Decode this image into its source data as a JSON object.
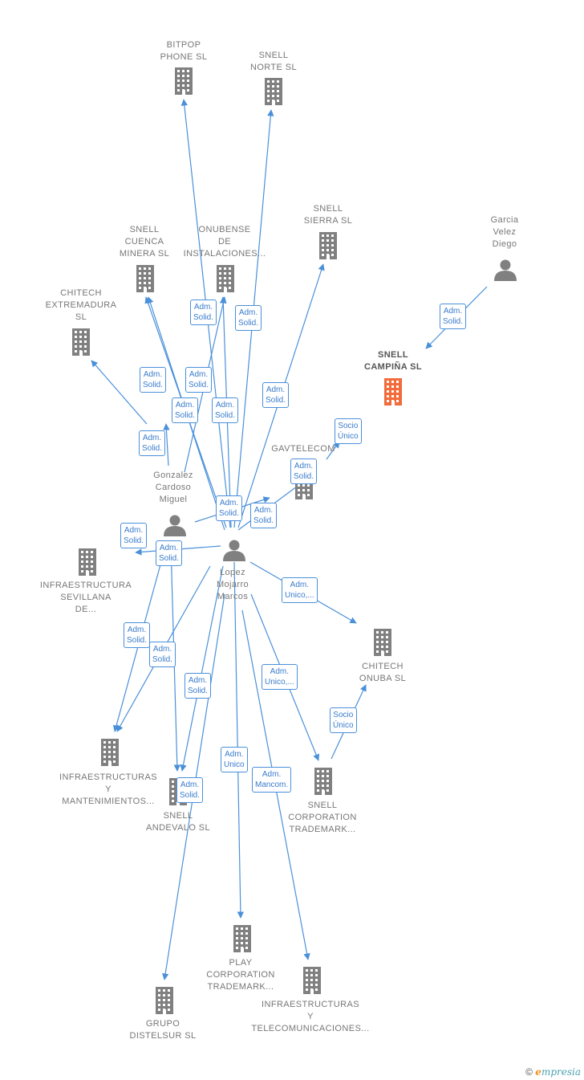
{
  "colors": {
    "edge": "#4a90d9",
    "node": "#808080",
    "focus": "#f26b3a"
  },
  "nodes": [
    {
      "id": "bitpop",
      "type": "company",
      "label": "BITPOP\nPHONE  SL"
    },
    {
      "id": "snell_norte",
      "type": "company",
      "label": "SNELL\nNORTE  SL"
    },
    {
      "id": "snell_sierra",
      "type": "company",
      "label": "SNELL\nSIERRA  SL"
    },
    {
      "id": "garcia",
      "type": "person",
      "label": "Garcia\nVelez\nDiego"
    },
    {
      "id": "snell_cuenca",
      "type": "company",
      "label": "SNELL\nCUENCA\nMINERA  SL"
    },
    {
      "id": "onubense",
      "type": "company",
      "label": "ONUBENSE\nDE\nINSTALACIONES..."
    },
    {
      "id": "chitech_ext",
      "type": "company",
      "label": "CHITECH\nEXTREMADURA\nSL"
    },
    {
      "id": "snell_campina",
      "type": "company",
      "label": "SNELL\nCAMPIÑA  SL",
      "focus": true
    },
    {
      "id": "gavtelecom",
      "type": "company",
      "label": "GAVTELECOM"
    },
    {
      "id": "gonzalez",
      "type": "person",
      "label": "Gonzalez\nCardoso\nMiguel"
    },
    {
      "id": "lopez",
      "type": "person",
      "label": "Lopez\nMojarro\nMarcos"
    },
    {
      "id": "infra_sev",
      "type": "company",
      "label": "INFRAESTRUCTURA\nSEVILLANA\nDE..."
    },
    {
      "id": "chitech_onuba",
      "type": "company",
      "label": "CHITECH\nONUBA  SL"
    },
    {
      "id": "infra_mant",
      "type": "company",
      "label": "INFRAESTRUCTURAS\nY\nMANTENIMIENTOS..."
    },
    {
      "id": "snell_andevalo",
      "type": "company",
      "label": "SNELL\nANDEVALO  SL"
    },
    {
      "id": "snell_corp",
      "type": "company",
      "label": "SNELL\nCORPORATION\nTRADEMARK..."
    },
    {
      "id": "play_corp",
      "type": "company",
      "label": "PLAY\nCORPORATION\nTRADEMARK..."
    },
    {
      "id": "infra_tele",
      "type": "company",
      "label": "INFRAESTRUCTURAS\nY\nTELECOMUNICACIONES..."
    },
    {
      "id": "grupo_distelsur",
      "type": "company",
      "label": "GRUPO\nDISTELSUR  SL"
    }
  ],
  "edge_labels": [
    "Adm.\nSolid.",
    "Adm.\nSolid.",
    "Adm.\nSolid.",
    "Adm.\nSolid.",
    "Adm.\nSolid.",
    "Adm.\nSolid.",
    "Adm.\nSolid.",
    "Adm.\nSolid.",
    "Socio\nÚnico",
    "Adm.\nSolid.",
    "Adm.\nSolid.",
    "Adm.\nSolid.",
    "Adm.\nSolid.",
    "Adm.\nSolid.",
    "Adm.\nUnico,...",
    "Adm.\nSolid.",
    "Adm.\nSolid.",
    "Adm.\nSolid.",
    "Adm.\nSolid.",
    "Adm.\nUnico,...",
    "Socio\nÚnico",
    "Adm.\nUnico",
    "Adm.\nMancom.",
    "Adm.\nSolid."
  ],
  "footer": {
    "copyright": "©",
    "brand_first": "e",
    "brand_rest": "mpresia"
  }
}
